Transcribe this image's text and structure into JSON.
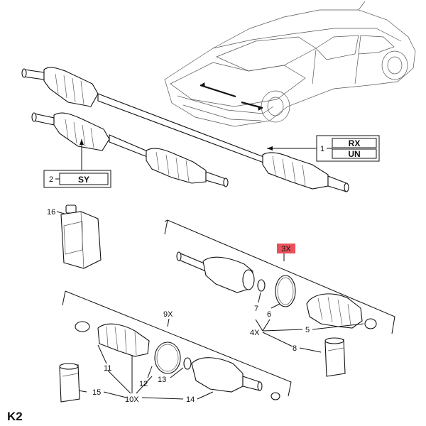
{
  "code_box_1": {
    "number": "1",
    "codes": [
      "RX",
      "UN"
    ]
  },
  "code_box_2": {
    "number": "2",
    "code": "SY"
  },
  "highlight_label": "3X",
  "highlight_color": "#e8505b",
  "callouts": {
    "n16": "16",
    "n7": "7",
    "n6": "6",
    "n4x": "4X",
    "n5": "5",
    "n8": "8",
    "n9x": "9X",
    "n11": "11",
    "n12": "12",
    "n13": "13",
    "n15": "15",
    "n10x": "10X",
    "n14": "14"
  },
  "page_code": "K2",
  "icons": [
    "car-illustration",
    "drive-shaft",
    "grease-bottle",
    "cv-boot",
    "cv-joint",
    "clamp-ring",
    "grease-tube"
  ]
}
